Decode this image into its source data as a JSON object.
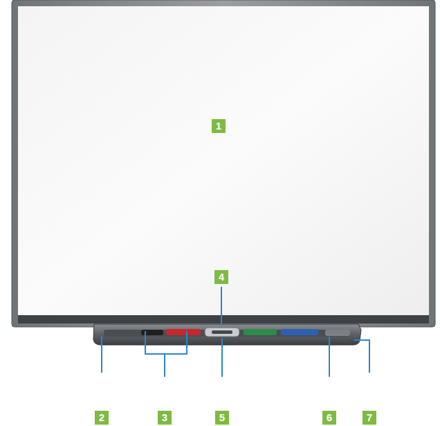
{
  "diagram": {
    "labels": [
      "1",
      "4",
      "2",
      "3",
      "5",
      "6",
      "7"
    ]
  }
}
